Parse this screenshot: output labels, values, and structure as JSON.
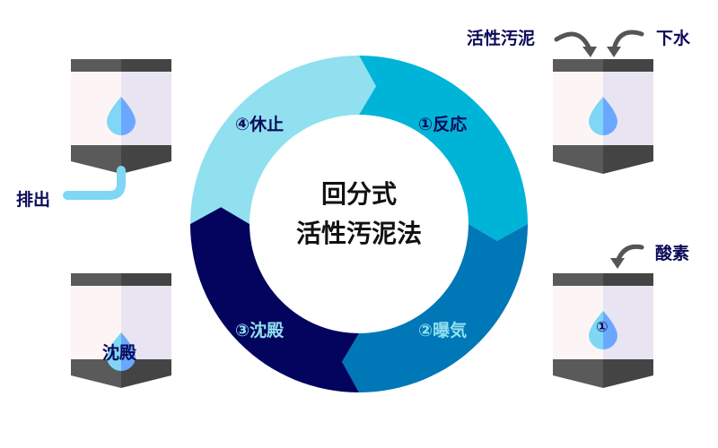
{
  "title": {
    "line1": "回分式",
    "line2": "活性汚泥法"
  },
  "cycle": [
    {
      "label": "①反応",
      "color": "#00b4d8",
      "text_color": "#0b0b5a"
    },
    {
      "label": "②曝気",
      "color": "#0077b6",
      "text_color": "#90e0ef"
    },
    {
      "label": "③沈殿",
      "color": "#03045e",
      "text_color": "#90e0ef"
    },
    {
      "label": "④休止",
      "color": "#90e0ef",
      "text_color": "#0b0b5a"
    }
  ],
  "tanks": {
    "reaction": {
      "inputs": [
        "活性汚泥",
        "下水"
      ]
    },
    "aeration": {
      "input": "酸素",
      "drop_label": "①"
    },
    "settling": {
      "label": "沈殿"
    },
    "idle": {
      "output": "排出"
    }
  }
}
